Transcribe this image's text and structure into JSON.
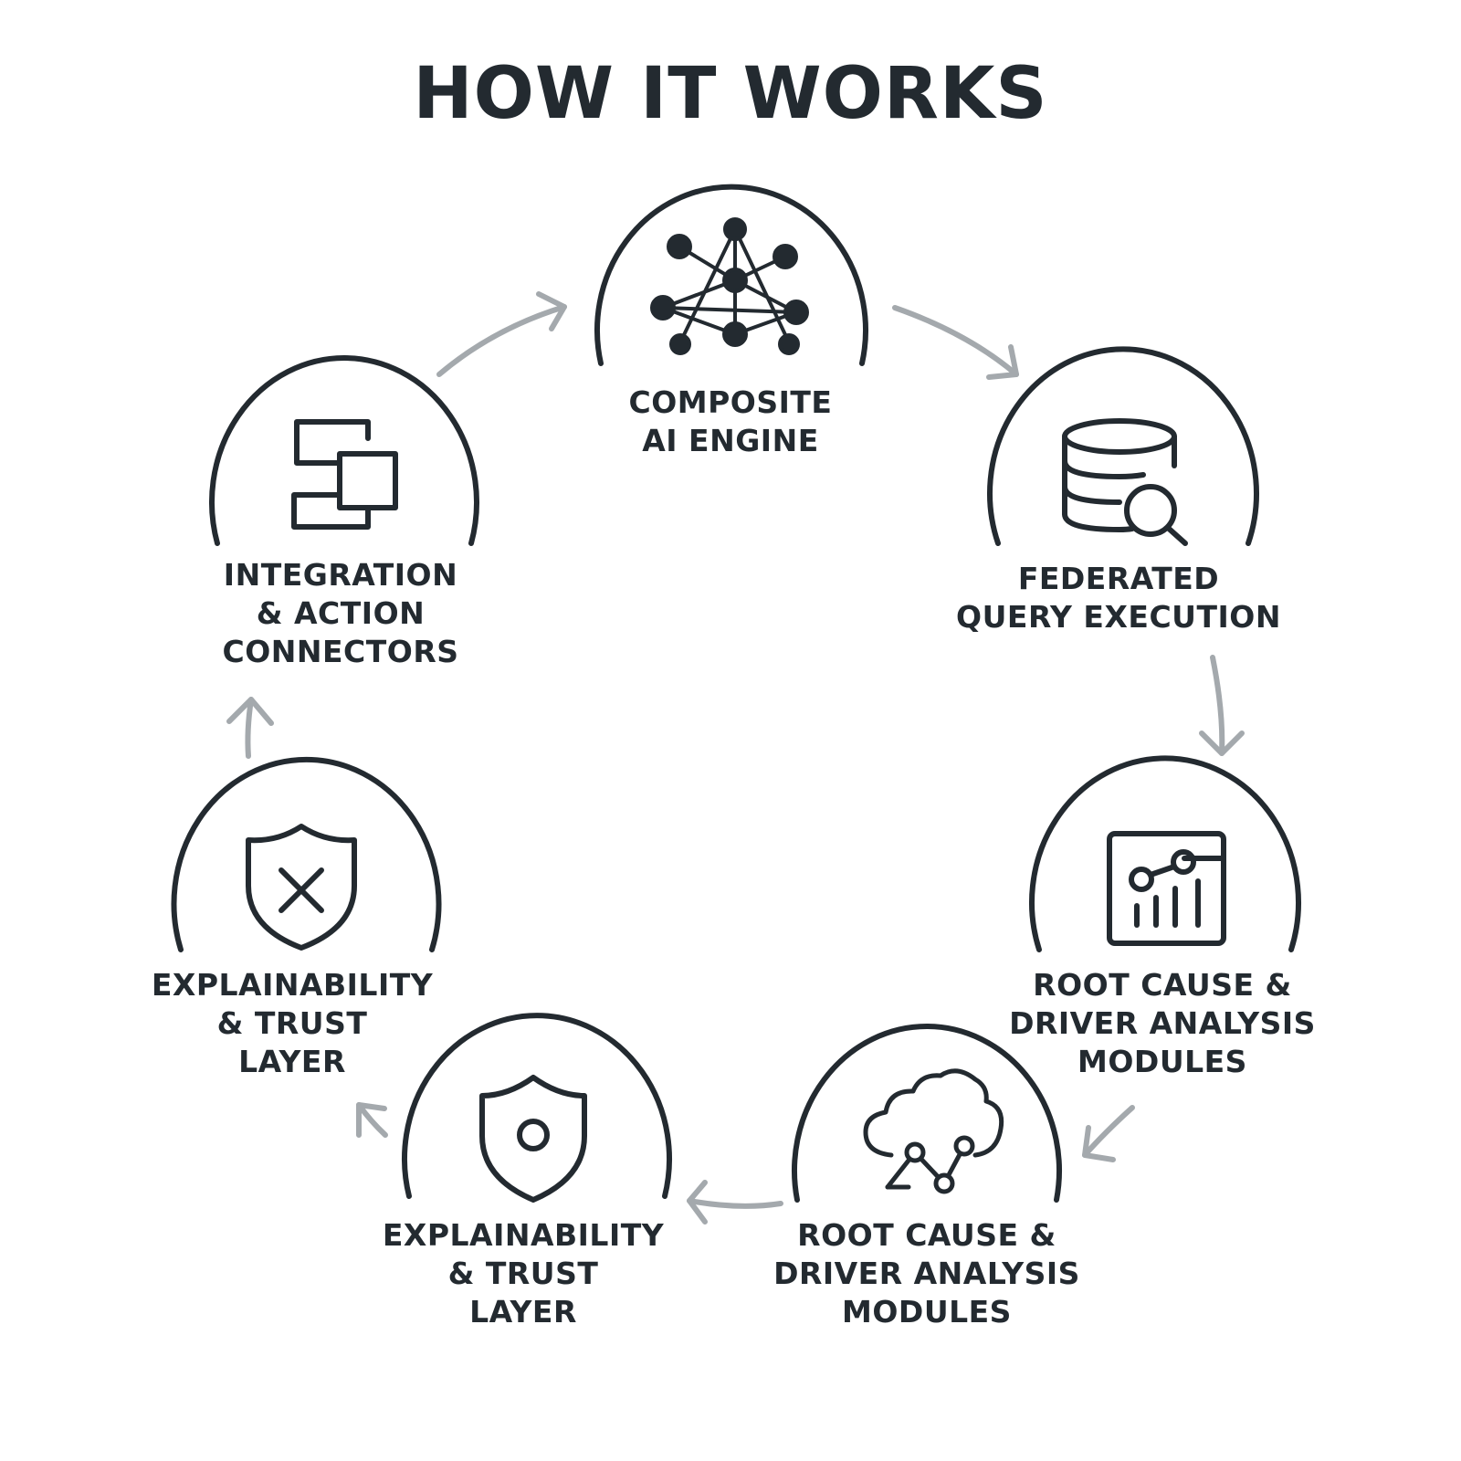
{
  "title": "HOW IT WORKS",
  "steps": [
    {
      "label": "COMPOSITE\nAI ENGINE",
      "icon": "network-graph-icon"
    },
    {
      "label": "FEDERATED\nQUERY EXECUTION",
      "icon": "database-search-icon"
    },
    {
      "label": "ROOT CAUSE &\nDRIVER ANALYSIS\nMODULES",
      "icon": "analytics-dashboard-icon"
    },
    {
      "label": "ROOT CAUSE &\nDRIVER ANALYSIS\nMODULES",
      "icon": "cloud-analytics-icon"
    },
    {
      "label": "EXPLAINABILITY\n& TRUST\nLAYER",
      "icon": "shield-check-icon"
    },
    {
      "label": "EXPLAINABILITY\n& TRUST\nLAYER",
      "icon": "shield-x-icon"
    },
    {
      "label": "INTEGRATION\n& ACTION\nCONNECTORS",
      "icon": "connector-blocks-icon"
    }
  ],
  "colors": {
    "ink": "#232a30",
    "arrow": "#a4a9ad",
    "background": "#ffffff"
  }
}
